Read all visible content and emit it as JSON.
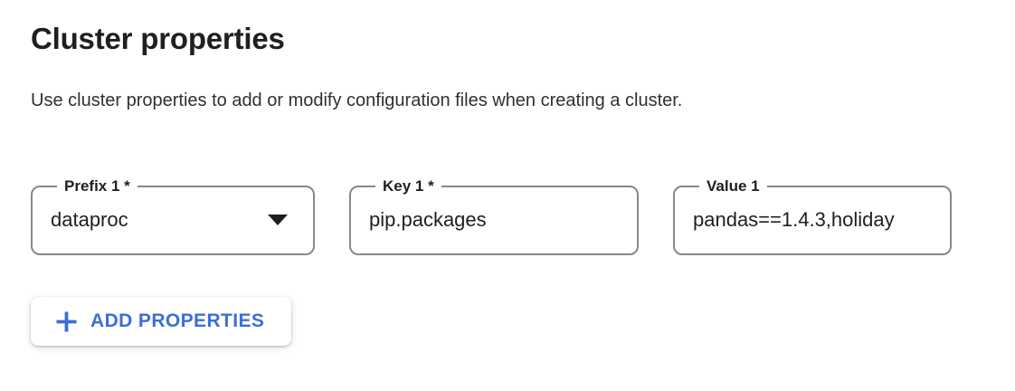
{
  "section": {
    "title": "Cluster properties",
    "description": "Use cluster properties to add or modify configuration files when creating a cluster."
  },
  "property_row": {
    "prefix": {
      "label": "Prefix 1 *",
      "value": "dataproc",
      "control": "select",
      "icon": "arrow-drop-down-icon"
    },
    "key": {
      "label": "Key 1 *",
      "value": "pip.packages",
      "control": "text-input"
    },
    "value": {
      "label": "Value 1",
      "value": "pandas==1.4.3,holiday",
      "control": "text-input"
    }
  },
  "add_properties_button": {
    "label": "ADD PROPERTIES",
    "icon": "plus-icon"
  },
  "colors": {
    "accent_blue": "#3C6ED9",
    "text_primary": "#1F1F1F",
    "border_gray": "#85898E",
    "background": "#FFFFFF"
  }
}
